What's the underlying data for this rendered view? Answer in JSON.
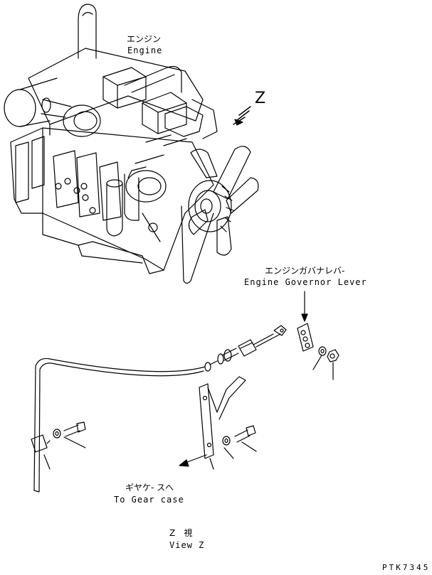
{
  "labels": {
    "engine_jp": "エンジン",
    "engine_en": "Engine",
    "view_marker": "Z",
    "lever_jp": "エンジンガバナレバ-",
    "lever_en": "Engine Governor Lever",
    "gearcase_jp": "ギヤケ- スへ",
    "gearcase_en": "To Gear case",
    "view_jp": "Z　視",
    "view_en": "View Z",
    "drawing_code": "PTK7345"
  }
}
